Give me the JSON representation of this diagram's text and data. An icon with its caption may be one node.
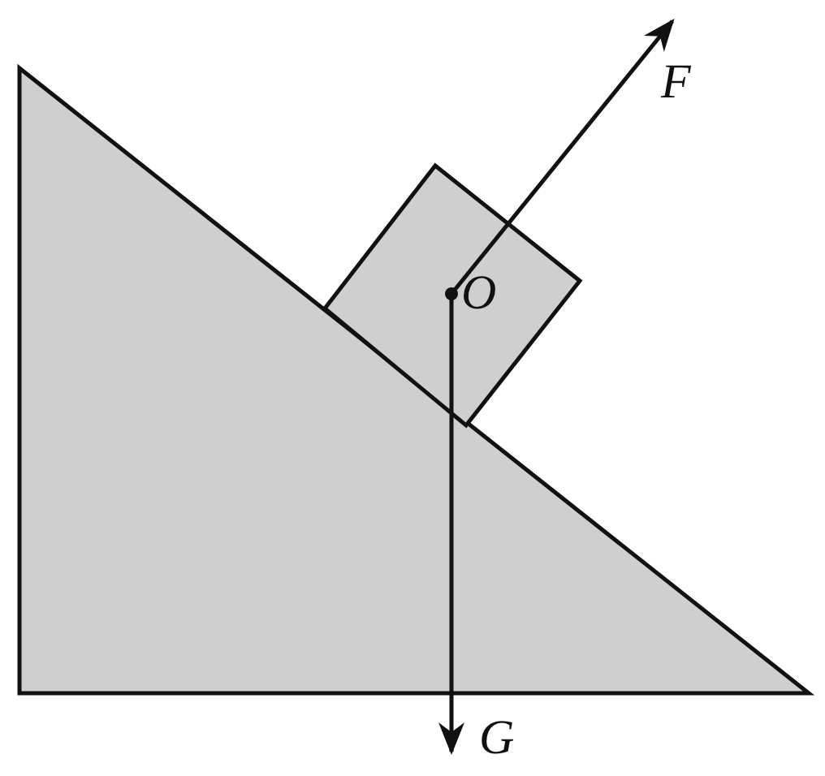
{
  "diagram": {
    "labels": [
      "F",
      "O",
      "G"
    ]
  }
}
